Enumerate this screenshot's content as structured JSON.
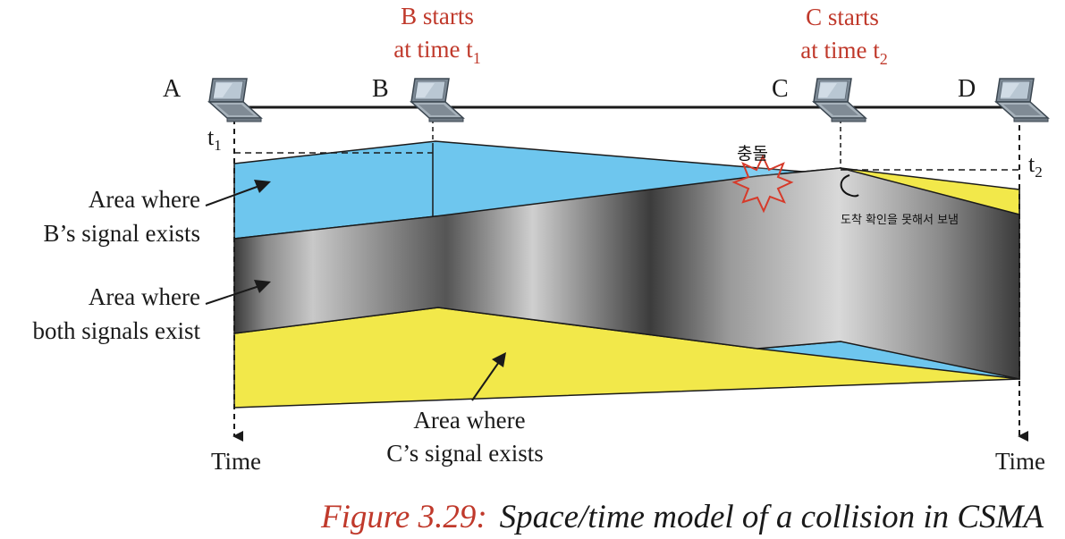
{
  "stations": {
    "a": "A",
    "b": "B",
    "c": "C",
    "d": "D"
  },
  "events": {
    "b_start_line1": "B starts",
    "b_start_line2": "at time t",
    "b_start_sub": "1",
    "c_start_line1": "C starts",
    "c_start_line2": "at time t",
    "c_start_sub": "2"
  },
  "time_marks": {
    "t1_base": "t",
    "t1_sub": "1",
    "t2_base": "t",
    "t2_sub": "2"
  },
  "axes": {
    "left_time": "Time",
    "right_time": "Time"
  },
  "areas": {
    "b_line1": "Area where",
    "b_line2": "B’s signal exists",
    "both_line1": "Area where",
    "both_line2": "both signals exist",
    "c_line1": "Area where",
    "c_line2": "C’s signal exists"
  },
  "annotations": {
    "collision_handwritten": "충돌",
    "detection_handwritten": "도착 확인을 못해서 보냄"
  },
  "caption": {
    "number": "Figure 3.29:",
    "text": "Space/time model of a collision in CSMA"
  },
  "colors": {
    "b_signal": "#6ec6ee",
    "c_signal": "#f2e84a",
    "overlap_dark": "#3a3a3a",
    "overlap_light": "#d4d4d4",
    "accent_red": "#c0392b",
    "line": "#1a1a1a"
  },
  "icons": {
    "station": "laptop-icon",
    "collision": "starburst-icon"
  }
}
